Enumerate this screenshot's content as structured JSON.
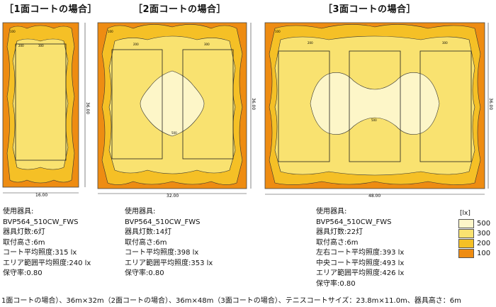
{
  "panels": [
    {
      "title": "［1面コートの場合］",
      "width_label": "16.00",
      "height_label": "36.00",
      "contour_labels": [
        "100",
        "200",
        "300"
      ],
      "info": [
        "使用器具:",
        "BVP564_510CW_FWS",
        "器具灯数:6灯",
        "取付高さ:6m",
        "コート平均照度:315 lx",
        "エリア範囲平均照度:240 lx",
        "保守率:0.80"
      ]
    },
    {
      "title": "［2面コートの場合］",
      "width_label": "32.00",
      "height_label": "36.00",
      "contour_labels": [
        "100",
        "200",
        "300",
        "500"
      ],
      "info": [
        "使用器具:",
        "BVP564_510CW_FWS",
        "器具灯数:14灯",
        "取付高さ:6m",
        "コート平均照度:398 lx",
        "エリア範囲平均照度:353 lx",
        "保守率:0.80"
      ]
    },
    {
      "title": "［3面コートの場合］",
      "width_label": "48.00",
      "height_label": "36.00",
      "contour_labels": [
        "100",
        "200",
        "300",
        "500"
      ],
      "info": [
        "使用器具:",
        "BVP564_510CW_FWS",
        "器具灯数:22灯",
        "取付高さ:6m",
        "左右コート平均照度:393 lx",
        "中央コート平均照度:493 lx",
        "エリア範囲平均照度:426 lx",
        "保守率:0.80"
      ]
    }
  ],
  "legend": {
    "unit": "[lx]",
    "items": [
      {
        "label": "500",
        "color": "#fdf6c8"
      },
      {
        "label": "300",
        "color": "#f9e270"
      },
      {
        "label": "200",
        "color": "#f5c026"
      },
      {
        "label": "100",
        "color": "#ee8c12"
      }
    ]
  },
  "footer": "1面コートの場合）、36m×32m（2面コートの場合）、36m×48m（3面コートの場合）、テニスコートサイズ：23.8m×11.0m、器具高さ：6m"
}
